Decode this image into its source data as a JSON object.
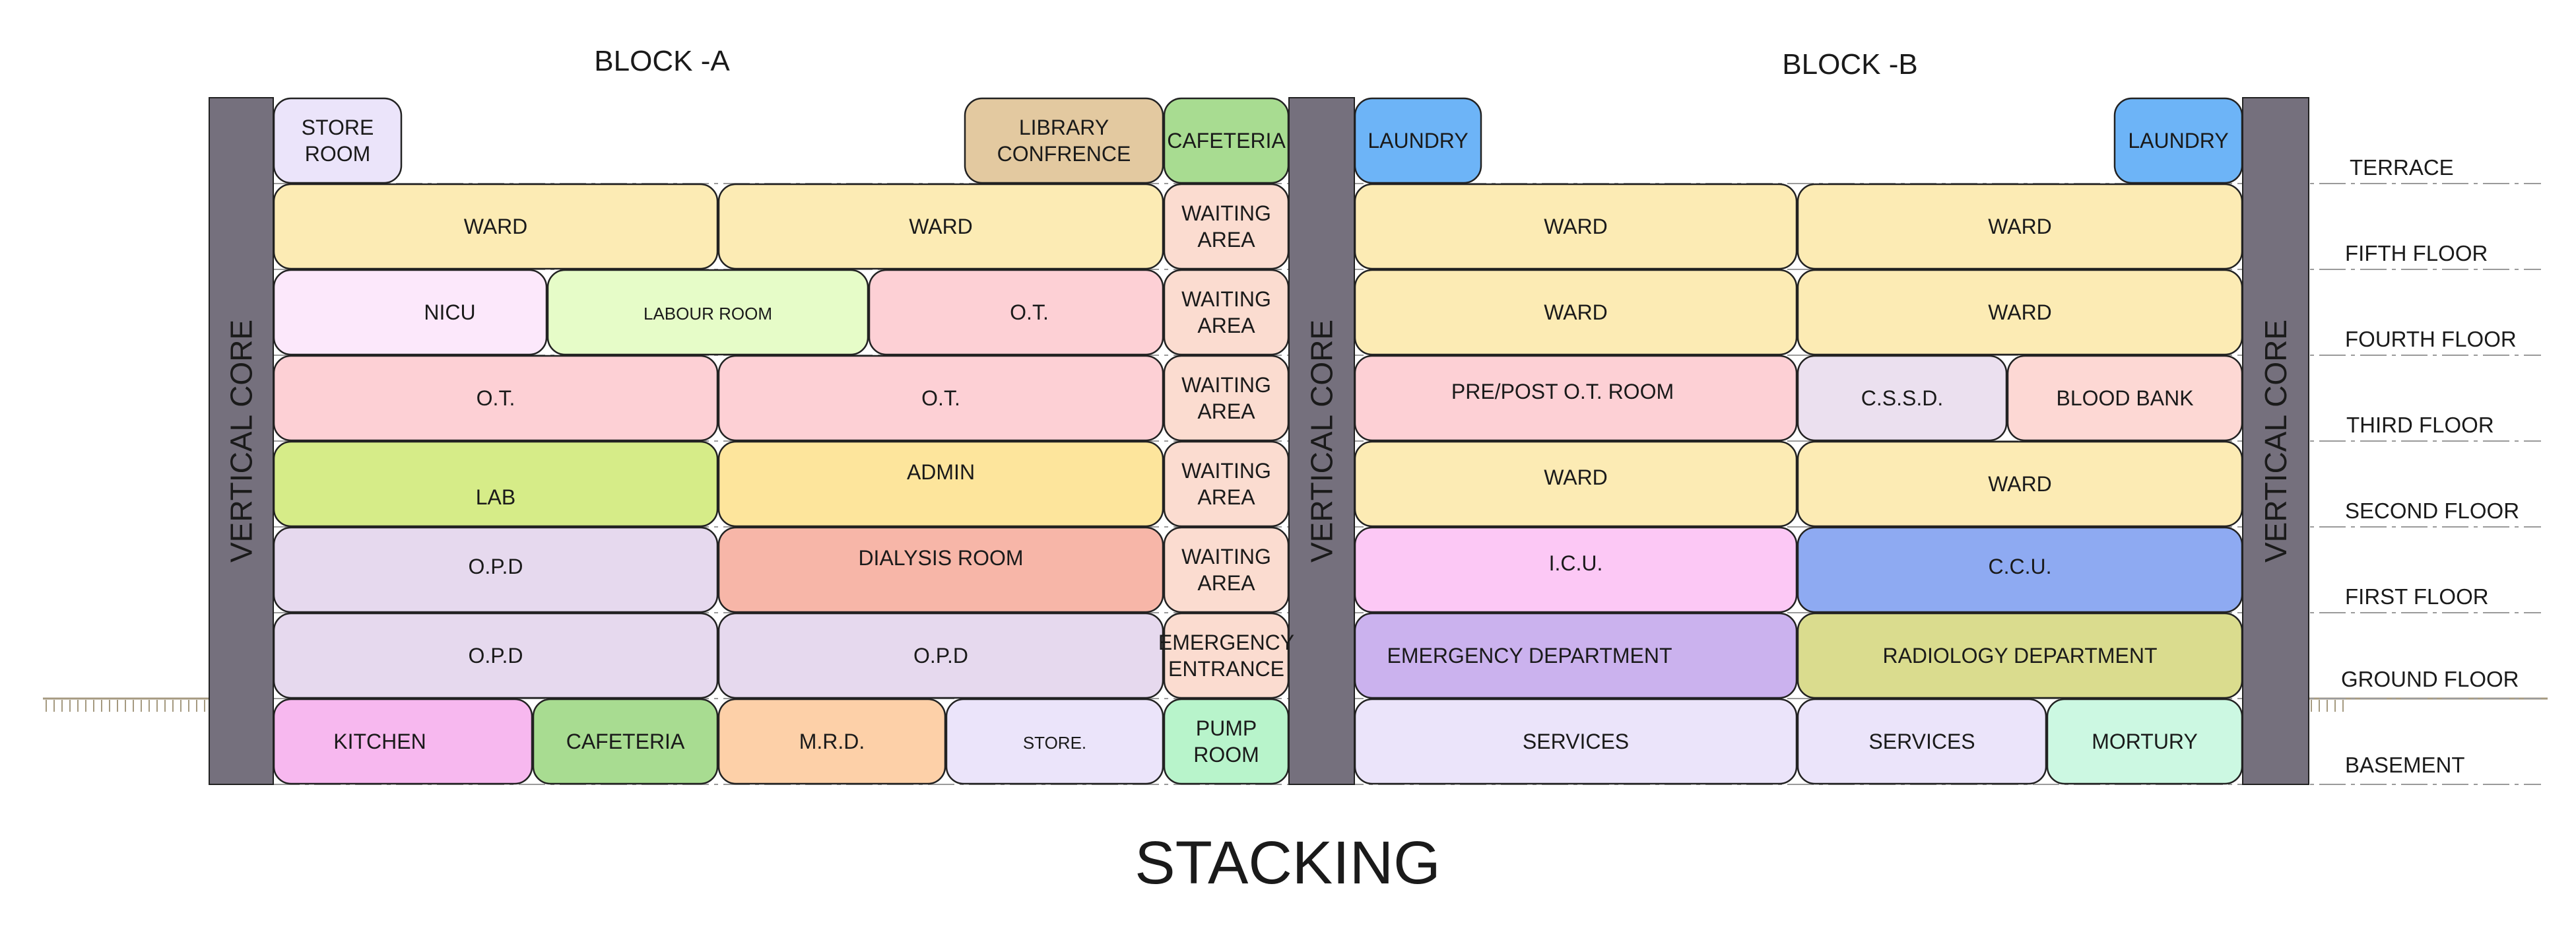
{
  "title": "STACKING",
  "blocks": [
    {
      "key": "block-a",
      "label": "BLOCK -A"
    },
    {
      "key": "block-b",
      "label": "BLOCK -B"
    }
  ],
  "core_label": "VERTICAL CORE",
  "floors": [
    "TERRACE",
    "FIFTH FLOOR",
    "FOURTH FLOOR",
    "THIRD FLOOR",
    "SECOND FLOOR",
    "FIRST FLOOR",
    "GROUND FLOOR",
    "BASEMENT"
  ],
  "rooms": [
    {
      "key": "store-room-terrace-a",
      "lines": [
        "STORE",
        "ROOM"
      ],
      "color": "#ebe4fa"
    },
    {
      "key": "library-conference",
      "lines": [
        "LIBRARY",
        "CONFRENCE"
      ],
      "color": "#e3c9a0"
    },
    {
      "key": "cafeteria-terrace",
      "lines": [
        "CAFETERIA"
      ],
      "color": "#a8dc91"
    },
    {
      "key": "ward-5-a1",
      "lines": [
        "WARD"
      ],
      "color": "#fcebb4"
    },
    {
      "key": "ward-5-a2",
      "lines": [
        "WARD"
      ],
      "color": "#fcebb4"
    },
    {
      "key": "waiting-5",
      "lines": [
        "WAITING",
        "AREA"
      ],
      "color": "#fbdcd0"
    },
    {
      "key": "nicu",
      "lines": [
        "NICU"
      ],
      "color": "#fce8fb"
    },
    {
      "key": "labour-room",
      "lines": [
        "LABOUR ROOM"
      ],
      "color": "#e6fcc8",
      "small": true
    },
    {
      "key": "ot-4-a",
      "lines": [
        "O.T."
      ],
      "color": "#fdd0d5"
    },
    {
      "key": "waiting-4",
      "lines": [
        "WAITING",
        "AREA"
      ],
      "color": "#fbdcd0"
    },
    {
      "key": "ot-3-a1",
      "lines": [
        "O.T."
      ],
      "color": "#fdd0d5"
    },
    {
      "key": "ot-3-a2",
      "lines": [
        "O.T."
      ],
      "color": "#fdd0d5"
    },
    {
      "key": "waiting-3",
      "lines": [
        "WAITING",
        "AREA"
      ],
      "color": "#fbdcd0"
    },
    {
      "key": "lab",
      "lines": [
        "LAB"
      ],
      "color": "#d6ec88"
    },
    {
      "key": "admin",
      "lines": [
        "ADMIN"
      ],
      "color": "#fde59c"
    },
    {
      "key": "waiting-2",
      "lines": [
        "WAITING",
        "AREA"
      ],
      "color": "#fbdcd0"
    },
    {
      "key": "opd-1",
      "lines": [
        "O.P.D"
      ],
      "color": "#e6d9ee"
    },
    {
      "key": "dialysis-room",
      "lines": [
        "DIALYSIS ROOM"
      ],
      "color": "#f7b6a8"
    },
    {
      "key": "waiting-1",
      "lines": [
        "WAITING",
        "AREA"
      ],
      "color": "#fbdcd0"
    },
    {
      "key": "opd-g1",
      "lines": [
        "O.P.D"
      ],
      "color": "#e6d9ee"
    },
    {
      "key": "opd-g2",
      "lines": [
        "O.P.D"
      ],
      "color": "#e6d9ee"
    },
    {
      "key": "emergency-entrance",
      "lines": [
        "EMERGENCY",
        "ENTRANCE"
      ],
      "color": "#fbdcd0"
    },
    {
      "key": "kitchen",
      "lines": [
        "KITCHEN"
      ],
      "color": "#f7b8ef"
    },
    {
      "key": "cafeteria-basement",
      "lines": [
        "CAFETERIA"
      ],
      "color": "#a8dc91"
    },
    {
      "key": "mrd",
      "lines": [
        "M.R.D."
      ],
      "color": "#fdd0a8"
    },
    {
      "key": "store-basement",
      "lines": [
        "STORE."
      ],
      "color": "#ebe4fa",
      "small": true
    },
    {
      "key": "pump-room",
      "lines": [
        "PUMP",
        "ROOM"
      ],
      "color": "#b8f4cb"
    },
    {
      "key": "laundry-1",
      "lines": [
        "LAUNDRY"
      ],
      "color": "#6db4f7"
    },
    {
      "key": "laundry-2",
      "lines": [
        "LAUNDRY"
      ],
      "color": "#6db4f7"
    },
    {
      "key": "ward-5-b1",
      "lines": [
        "WARD"
      ],
      "color": "#fcebb4"
    },
    {
      "key": "ward-5-b2",
      "lines": [
        "WARD"
      ],
      "color": "#fcebb4"
    },
    {
      "key": "ward-4-b1",
      "lines": [
        "WARD"
      ],
      "color": "#fcebb4"
    },
    {
      "key": "ward-4-b2",
      "lines": [
        "WARD"
      ],
      "color": "#fcebb4"
    },
    {
      "key": "pre-post-ot",
      "lines": [
        "PRE/POST O.T. ROOM"
      ],
      "color": "#fdd0d5"
    },
    {
      "key": "cssd",
      "lines": [
        "C.S.S.D."
      ],
      "color": "#ebe0ef"
    },
    {
      "key": "blood-bank",
      "lines": [
        "BLOOD BANK"
      ],
      "color": "#fdd8d4"
    },
    {
      "key": "ward-2-b1",
      "lines": [
        "WARD"
      ],
      "color": "#fcebb4"
    },
    {
      "key": "ward-2-b2",
      "lines": [
        "WARD"
      ],
      "color": "#fcebb4"
    },
    {
      "key": "icu",
      "lines": [
        "I.C.U."
      ],
      "color": "#fcc8f5"
    },
    {
      "key": "ccu",
      "lines": [
        "C.C.U."
      ],
      "color": "#8eaaf2"
    },
    {
      "key": "emergency-department",
      "lines": [
        "EMERGENCY DEPARTMENT"
      ],
      "color": "#cbb2ee"
    },
    {
      "key": "radiology-department",
      "lines": [
        "RADIOLOGY DEPARTMENT"
      ],
      "color": "#dadc8e"
    },
    {
      "key": "services-1",
      "lines": [
        "SERVICES"
      ],
      "color": "#ebe4fa"
    },
    {
      "key": "services-2",
      "lines": [
        "SERVICES"
      ],
      "color": "#ebe4fa"
    },
    {
      "key": "mortury",
      "lines": [
        "MORTURY"
      ],
      "color": "#ccf8e2"
    }
  ],
  "colors": {
    "core": "#75707d",
    "outline": "#222222",
    "floor_line": "#9a9a9a",
    "ground_hatch": "#a59a80"
  }
}
